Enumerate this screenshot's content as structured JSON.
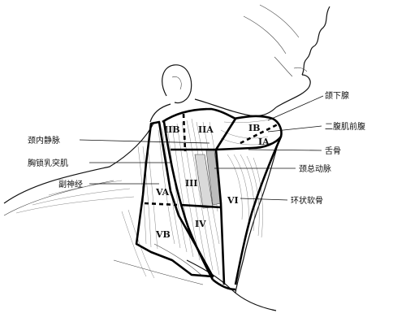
{
  "zones": {
    "IIB": "IIB",
    "IIA": "IIA",
    "IB": "IB",
    "IA": "IA",
    "III": "III",
    "VA": "VA",
    "VB": "VB",
    "IV": "IV",
    "VI": "VI"
  },
  "callouts": {
    "submandibular_gland": "颌下腺",
    "digastric_anterior": "二腹肌前腹",
    "internal_jugular_vein": "颈内静脉",
    "hyoid": "舌骨",
    "sternocleidomastoid": "胸锁乳突肌",
    "common_carotid": "颈总动脉",
    "accessory_nerve": "副神经",
    "cricoid": "环状软骨"
  }
}
